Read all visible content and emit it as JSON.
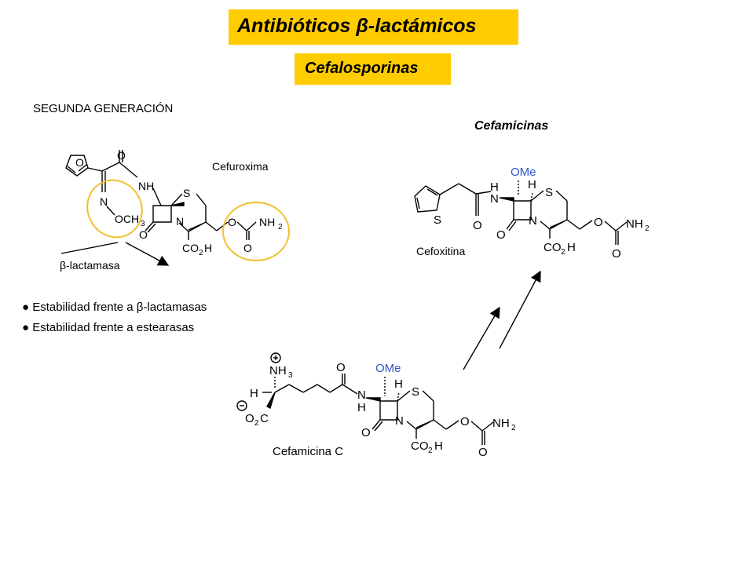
{
  "header": {
    "title": "Antibióticos β-lactámicos",
    "subtitle": "Cefalosporinas"
  },
  "section": {
    "heading": "SEGUNDA GENERACIÓN",
    "cefamicinas_title": "Cefamicinas"
  },
  "bullets": [
    "● Estabilidad frente a β-lactamasas",
    "● Estabilidad frente a estearasas"
  ],
  "molecules": {
    "cefuroxima": {
      "name": "Cefuroxima",
      "atoms": {
        "o_furan": "O",
        "o_carbonyl": "O",
        "nh": "NH",
        "s": "S",
        "n_oxime": "N",
        "och3": "OCH",
        "och3_sub": "3",
        "n_ring": "N",
        "o_lactam": "O",
        "o_ester": "O",
        "nh2": "NH",
        "nh2_sub": "2",
        "co2h_a": "CO",
        "co2h_sub": "2",
        "co2h_b": "H",
        "o_carbamate": "O"
      },
      "annotation": "β-lactamasa"
    },
    "cefoxitina": {
      "name": "Cefoxitina",
      "atoms": {
        "ome": "OMe",
        "h_top": "H",
        "s_ring": "S",
        "n_amide": "N",
        "h_amide": "H",
        "s_thio": "S",
        "o_amide": "O",
        "o_lactam": "O",
        "n_ring": "N",
        "o_ester": "O",
        "nh2": "NH",
        "nh2_sub": "2",
        "co2h_a": "CO",
        "co2h_sub": "2",
        "co2h_b": "H",
        "o_carbamate": "O"
      }
    },
    "cefamicina_c": {
      "name": "Cefamicina C",
      "atoms": {
        "plus": "+",
        "nh3": "NH",
        "nh3_sub": "3",
        "h_alpha": "H",
        "minus": "−",
        "o2c_a": "O",
        "o2c_sub": "2",
        "o2c_b": "C",
        "o_amide": "O",
        "ome": "OMe",
        "h_top": "H",
        "s_ring": "S",
        "n_amide": "N",
        "h_amide": "H",
        "o_lactam": "O",
        "n_ring": "N",
        "o_ester": "O",
        "nh2": "NH",
        "nh2_sub": "2",
        "co2h_a": "CO",
        "co2h_sub": "2",
        "co2h_b": "H",
        "o_carbamate": "O"
      }
    }
  },
  "colors": {
    "highlight": "#ffcc00",
    "circle": "#f0c030",
    "ome": "#3355cc"
  }
}
